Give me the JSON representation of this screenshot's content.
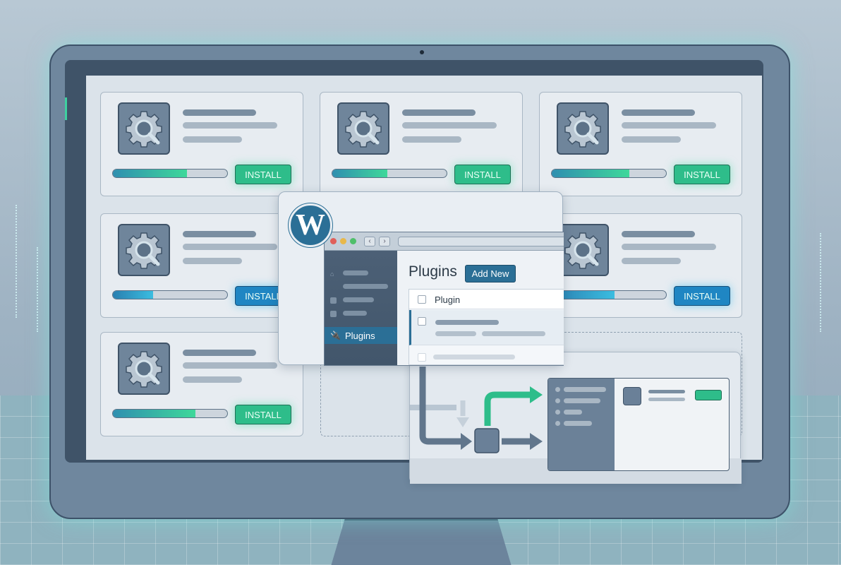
{
  "scene": {
    "description": "Monitor displaying grid of plugin install cards with WordPress Plugins admin window and workflow diagram"
  },
  "colors": {
    "install_green": "#2ebd8a",
    "install_blue": "#1f86c3",
    "wp_blue": "#2b6f96",
    "glow": "#3ed0a0"
  },
  "cards": [
    {
      "install_label": "INSTALL",
      "progress": 65,
      "state": "green"
    },
    {
      "install_label": "INSTALL",
      "progress": 48,
      "state": "green"
    },
    {
      "install_label": "INSTALL",
      "progress": 68,
      "state": "green"
    },
    {
      "install_label": "INSTALL",
      "progress": 35,
      "state": "blue"
    },
    {
      "install_label": "INSTALL",
      "progress": 55,
      "state": "blue"
    },
    {
      "install_label": "INSTALL",
      "progress": 72,
      "state": "green"
    }
  ],
  "wp": {
    "logo": "W",
    "nav_back": "‹",
    "nav_forward": "›",
    "sidebar_active": "Plugins",
    "page_title": "Plugins",
    "add_new": "Add New",
    "table_header": "Plugin"
  }
}
